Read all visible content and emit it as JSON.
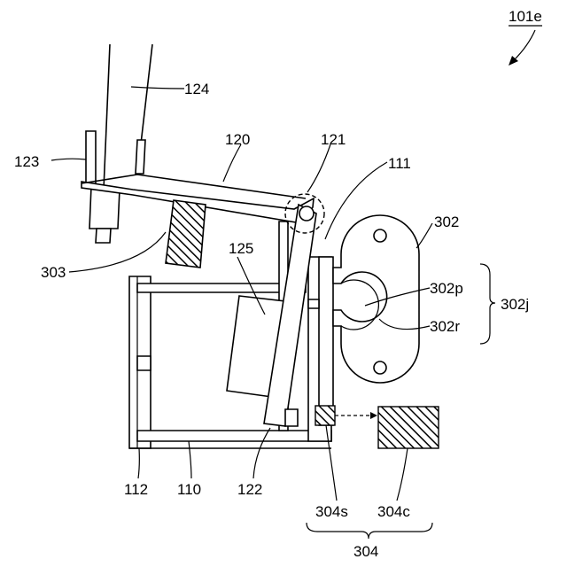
{
  "figure_ref": "101e",
  "labels": {
    "l124": "124",
    "l120": "120",
    "l121": "121",
    "l111": "111",
    "l123": "123",
    "l302": "302",
    "l303": "303",
    "l125": "125",
    "l302p": "302p",
    "l302j": "302j",
    "l302r": "302r",
    "l112": "112",
    "l110": "110",
    "l122": "122",
    "l304s": "304s",
    "l304c": "304c",
    "l304": "304"
  }
}
